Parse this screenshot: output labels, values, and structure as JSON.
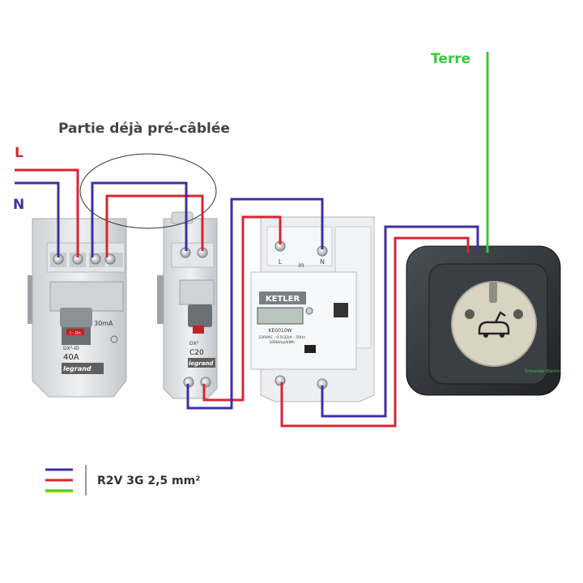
{
  "labels": {
    "phase": "L",
    "neutral": "N",
    "earth": "Terre",
    "prewired": "Partie déjà pré-câblée",
    "cable": "R2V 3G 2,5 mm²"
  },
  "breaker_main": {
    "rating": "40A",
    "sensitivity": "30mA",
    "ref": "DX³-ID",
    "on_label": "I - On",
    "brand": "legrand"
  },
  "breaker_c20": {
    "ref": "DX³",
    "curve": "C20",
    "brand": "legrand"
  },
  "meter": {
    "brand": "KETLER",
    "model": "KE0010W",
    "spec_line1": "230VAC - 0.5(32)A - 50Hz",
    "spec_line2": "1000imp/kWh",
    "terminal_l": "L",
    "terminal_in": "in",
    "terminal_n": "N"
  },
  "socket": {
    "brand": "Schneider Electric"
  },
  "colors": {
    "phase": "#d8262f",
    "neutral": "#3d2fa8",
    "earth": "#3cc63c",
    "earth_stripe": "#e8e832"
  }
}
